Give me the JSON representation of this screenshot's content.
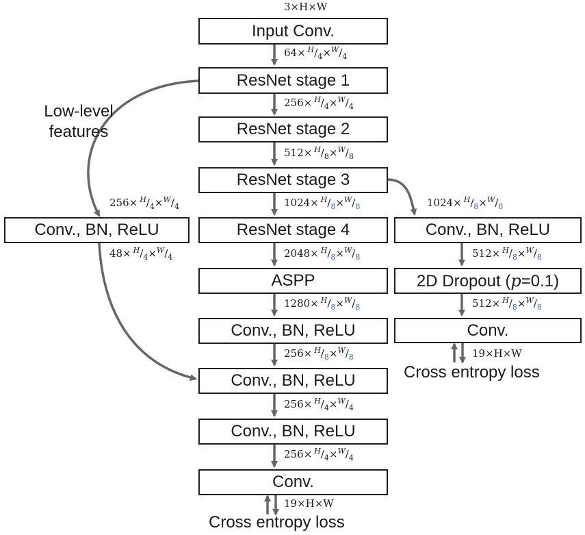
{
  "boxes": {
    "input_conv": "Input Conv.",
    "stage1": "ResNet stage 1",
    "stage2": "ResNet stage 2",
    "stage3": "ResNet stage 3",
    "stage4": "ResNet stage 4",
    "aspp": "ASPP",
    "main_conv_bn_relu_1": "Conv., BN, ReLU",
    "main_conv_bn_relu_2": "Conv., BN, ReLU",
    "main_conv_bn_relu_3": "Conv., BN, ReLU",
    "main_conv": "Conv.",
    "left_conv_bn_relu": "Conv., BN, ReLU",
    "aux_conv_bn_relu": "Conv., BN, ReLU",
    "aux_dropout_prefix": "2D Dropout (",
    "aux_dropout_p": "p",
    "aux_dropout_suffix": "=0.1)",
    "aux_conv": "Conv."
  },
  "labels": {
    "low_level_line1": "Low-level",
    "low_level_line2": "features",
    "main_loss": "Cross entropy loss",
    "aux_loss": "Cross entropy loss"
  },
  "dims": {
    "input": "3×H×W",
    "after_input_conv": {
      "c": "64",
      "h": "4",
      "w": "4"
    },
    "after_stage1": {
      "c": "256",
      "h": "4",
      "w": "4"
    },
    "after_stage2": {
      "c": "512",
      "h": "8",
      "w": "8"
    },
    "after_stage3": {
      "c": "1024",
      "h": "8",
      "w": "8"
    },
    "after_stage4": {
      "c": "2048",
      "h": "8",
      "w": "8"
    },
    "after_aspp": {
      "c": "1280",
      "h": "8",
      "w": "8"
    },
    "after_main_cbr1": {
      "c": "256",
      "h": "8",
      "w": "8"
    },
    "after_main_cbr2": {
      "c": "256",
      "h": "4",
      "w": "4"
    },
    "after_main_cbr3": {
      "c": "256",
      "h": "4",
      "w": "4"
    },
    "main_output": "19×H×W",
    "left_in": {
      "c": "256",
      "h": "4",
      "w": "4"
    },
    "left_out": {
      "c": "48",
      "h": "4",
      "w": "4"
    },
    "aux_in": {
      "c": "1024",
      "h": "8",
      "w": "8"
    },
    "aux_after_cbr": {
      "c": "512",
      "h": "8",
      "w": "8"
    },
    "aux_after_dropout": {
      "c": "512",
      "h": "8",
      "w": "8"
    },
    "aux_output": "19×H×W"
  },
  "colors": {
    "arrow": "#666666",
    "box_border": "#1f1f1f",
    "highlight_denominator": "#3a64b8"
  }
}
